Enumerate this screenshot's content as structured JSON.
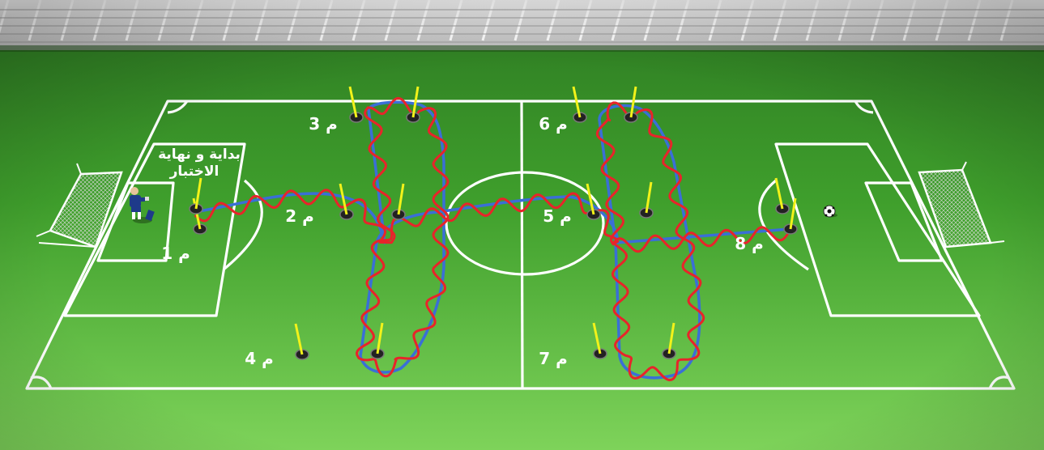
{
  "title": {
    "line1": "بداية و نهاية",
    "line2": "الاختبار"
  },
  "stations": [
    {
      "id": 1,
      "label": "1 م"
    },
    {
      "id": 2,
      "label": "2 م"
    },
    {
      "id": 3,
      "label": "3 م"
    },
    {
      "id": 4,
      "label": "4 م"
    },
    {
      "id": 5,
      "label": "5 م"
    },
    {
      "id": 6,
      "label": "6 م"
    },
    {
      "id": 7,
      "label": "7 م"
    },
    {
      "id": 8,
      "label": "8 م"
    }
  ],
  "colors": {
    "pitch": "#4bb033",
    "lines": "#ffffff",
    "path_red": "#e8242a",
    "path_blue": "#3a6fd6",
    "pole": "#f2f21a"
  },
  "icons": [
    "goal-net-icon",
    "goalkeeper-icon",
    "ball-icon",
    "cone-icon"
  ]
}
